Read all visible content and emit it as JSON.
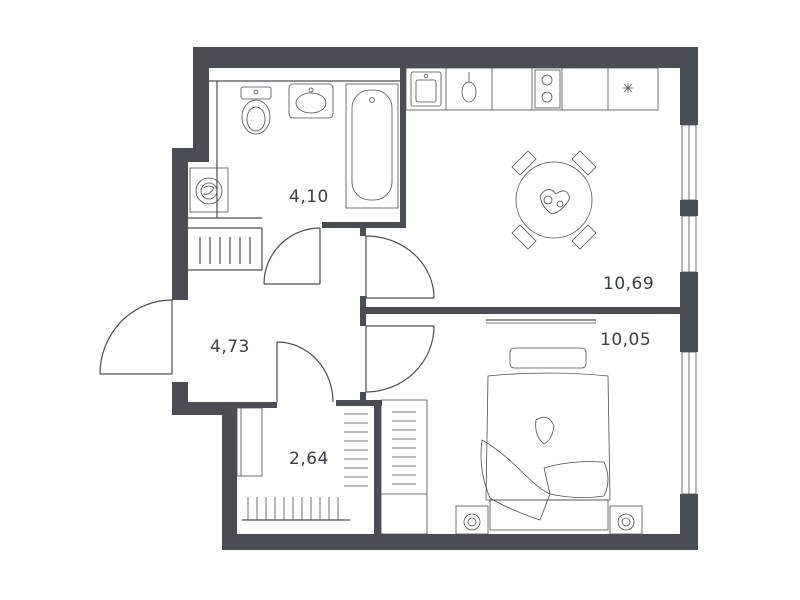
{
  "rooms": [
    {
      "id": "bathroom",
      "area": "4,10"
    },
    {
      "id": "kitchen-living",
      "area": "10,69"
    },
    {
      "id": "hallway",
      "area": "4,73"
    },
    {
      "id": "bedroom",
      "area": "10,05"
    },
    {
      "id": "storage",
      "area": "2,64"
    }
  ],
  "colors": {
    "wall": "#4a4e54",
    "background": "#ffffff"
  },
  "icons": [
    "toilet-icon",
    "sink-icon",
    "bathtub-icon",
    "washing-machine-icon",
    "stove-icon",
    "kitchen-sink-icon",
    "dining-table-icon",
    "bed-icon",
    "wardrobe-icon"
  ]
}
